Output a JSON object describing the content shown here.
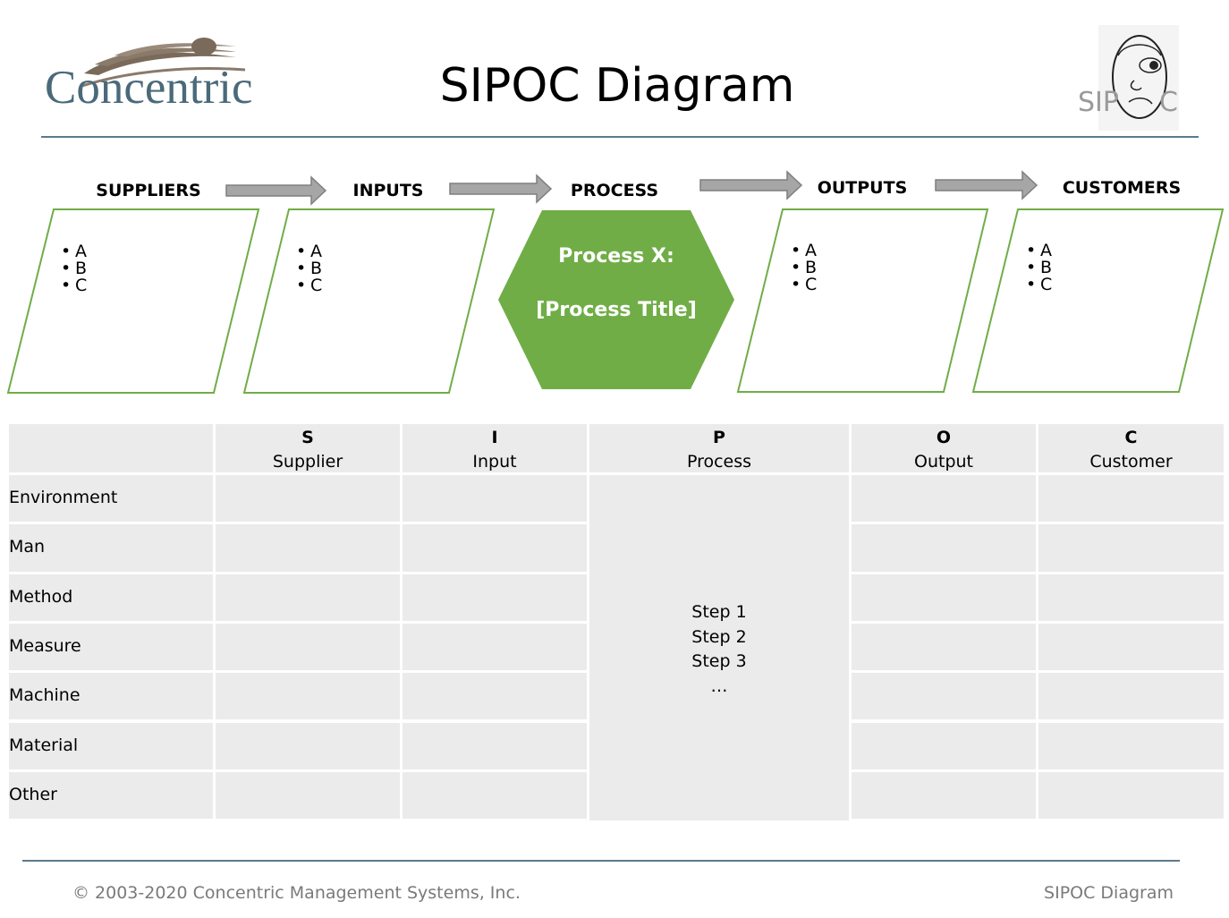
{
  "header": {
    "logo_text": "Concentric",
    "title": "SIPOC Diagram",
    "badge_left": "SIP",
    "badge_right": "C"
  },
  "stages": [
    {
      "key": "suppliers",
      "title": "SUPPLIERS",
      "items": [
        "A",
        "B",
        "C"
      ]
    },
    {
      "key": "inputs",
      "title": "INPUTS",
      "items": [
        "A",
        "B",
        "C"
      ]
    },
    {
      "key": "process",
      "title": "PROCESS",
      "line1": "Process X:",
      "line2": "[Process Title]"
    },
    {
      "key": "outputs",
      "title": "OUTPUTS",
      "items": [
        "A",
        "B",
        "C"
      ]
    },
    {
      "key": "customers",
      "title": "CUSTOMERS",
      "items": [
        "A",
        "B",
        "C"
      ]
    }
  ],
  "table": {
    "columns": [
      {
        "letter": "S",
        "name": "Supplier"
      },
      {
        "letter": "I",
        "name": "Input"
      },
      {
        "letter": "P",
        "name": "Process"
      },
      {
        "letter": "O",
        "name": "Output"
      },
      {
        "letter": "C",
        "name": "Customer"
      }
    ],
    "rows": [
      "Environment",
      "Man",
      "Method",
      "Measure",
      "Machine",
      "Material",
      "Other"
    ],
    "process_steps": [
      "Step 1",
      "Step 2",
      "Step 3",
      "…"
    ]
  },
  "footer": {
    "copyright": "© 2003-2020 Concentric Management Systems, Inc.",
    "page_label": "SIPOC Diagram"
  },
  "colors": {
    "process_green": "#70ad47",
    "box_border_green": "#70ad47",
    "arrow_gray": "#a6a6a6",
    "table_cell": "#ebebeb",
    "rule_blue": "#5a7a8e"
  },
  "icons": [
    "concentric-swoosh-logo",
    "sipoc-face-icon",
    "right-arrow-icon"
  ]
}
